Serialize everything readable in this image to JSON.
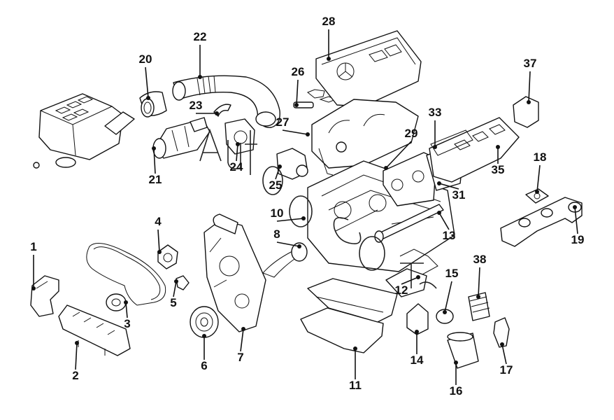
{
  "diagram": {
    "labels": [
      "1",
      "2",
      "3",
      "4",
      "5",
      "6",
      "7",
      "8",
      "10",
      "11",
      "12",
      "13",
      "14",
      "15",
      "16",
      "17",
      "18",
      "19",
      "20",
      "21",
      "22",
      "23",
      "24",
      "25",
      "26",
      "27",
      "28",
      "29",
      "31",
      "33",
      "35",
      "37",
      "38"
    ]
  }
}
